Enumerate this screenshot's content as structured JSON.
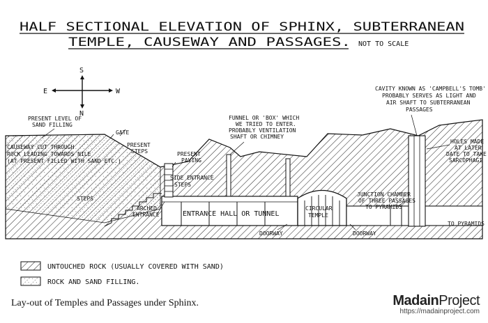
{
  "title": {
    "line1": "HALF SECTIONAL ELEVATION OF SPHINX, SUBTERRANEAN",
    "line2": "TEMPLE, CAUSEWAY AND PASSAGES.",
    "scale_note": "NOT TO SCALE"
  },
  "compass": {
    "north": "N",
    "south": "S",
    "east": "E",
    "west": "W"
  },
  "labels": {
    "present_level_1": "PRESENT LEVEL OF",
    "present_level_2": "SAND FILLING",
    "gate": "GATE",
    "present_steps_1": "PRESENT",
    "present_steps_2": "STEPS",
    "present_paving_1": "PRESENT",
    "present_paving_2": "PAVING",
    "causeway_1": "CAUSEWAY CUT THROUGH",
    "causeway_2": "ROCK LEADING TOWARDS NILE",
    "causeway_3": "(AT PRESENT FILLED WITH SAND ETC.)",
    "steps": "STEPS",
    "side_entrance_1": "SIDE ENTRANCE",
    "side_entrance_2": "STEPS",
    "arched_entrance_1": "ARCHED",
    "arched_entrance_2": "ENTRANCE",
    "entrance_hall": "ENTRANCE HALL OR TUNNEL",
    "doorway_1": "DOORWAY",
    "doorway_2": "DOORWAY",
    "circular_temple_1": "CIRCULAR",
    "circular_temple_2": "TEMPLE",
    "funnel_1": "FUNNEL OR 'BOX' WHICH",
    "funnel_2": "WE TRIED TO ENTER.",
    "funnel_3": "PROBABLY VENTILATION",
    "funnel_4": "SHAFT OR CHIMNEY",
    "junction_1": "JUNCTION CHAMBER",
    "junction_2": "OF THREE PASSAGES",
    "junction_3": "TO PYRAMIDS",
    "cavity_1": "CAVITY KNOWN AS 'CAMPBELL'S TOMB'",
    "cavity_2": "PROBABLY SERVES AS LIGHT AND",
    "cavity_3": "AIR SHAFT TO SUBTERRANEAN",
    "cavity_4": "PASSAGES",
    "holes_1": "HOLES MADE",
    "holes_2": "AT LATER",
    "holes_3": "DATE TO TAKE",
    "holes_4": "SARCOPHAGI",
    "to_pyramids": "TO PYRAMIDS"
  },
  "legend": {
    "rock": "UNTOUCHED ROCK (USUALLY COVERED WITH SAND)",
    "sand": "ROCK AND SAND FILLING."
  },
  "caption": "Lay-out of Temples and Passages under Sphinx.",
  "brand": {
    "name_bold": "Madain",
    "name_regular": "Project",
    "url": "https://madainproject.com"
  }
}
